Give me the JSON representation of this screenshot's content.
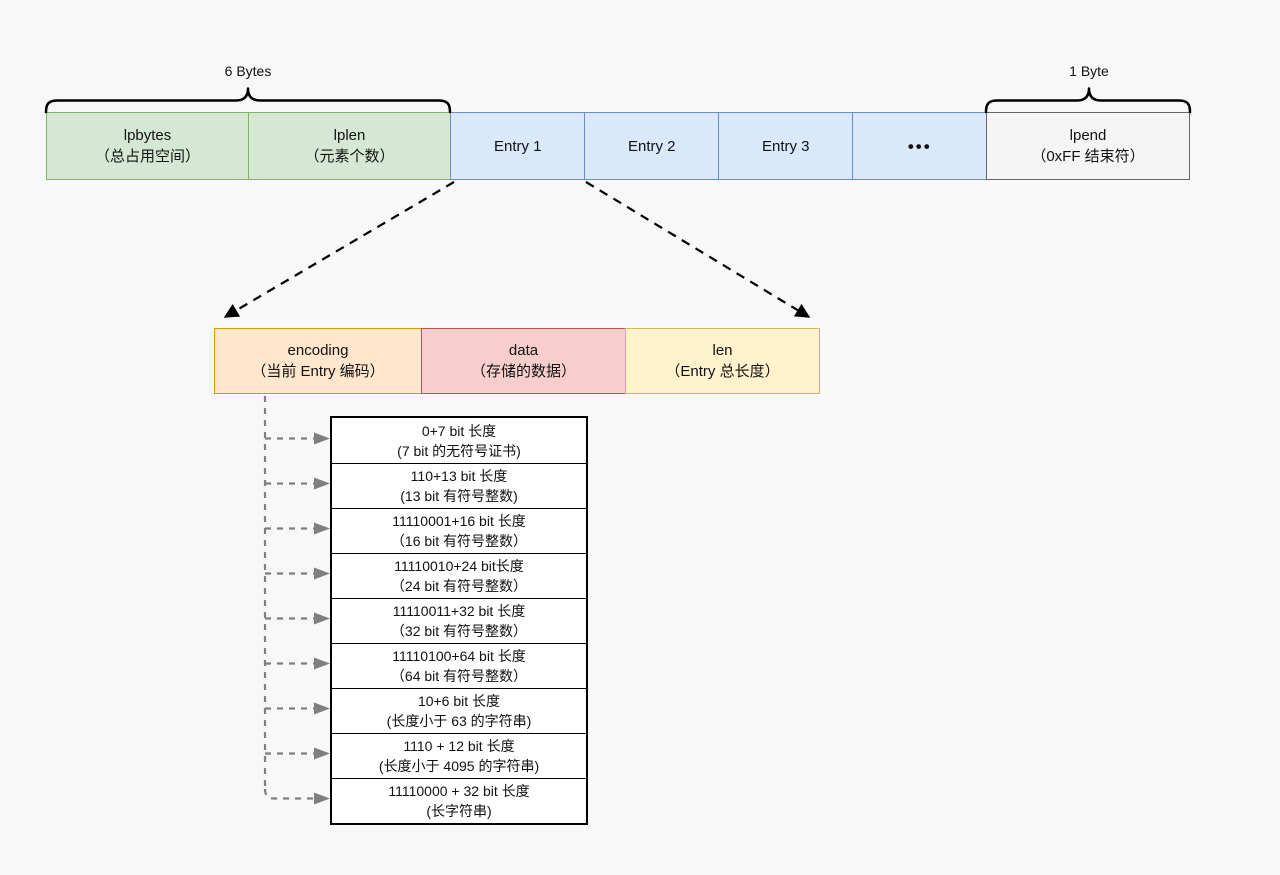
{
  "braces": {
    "left_label": "6 Bytes",
    "right_label": "1 Byte"
  },
  "listpack": {
    "cells": [
      {
        "line1": "lpbytes",
        "line2": "（总占用空间）",
        "fill": "#d5e8d4",
        "stroke": "#82b366"
      },
      {
        "line1": "lplen",
        "line2": "（元素个数）",
        "fill": "#d5e8d4",
        "stroke": "#82b366"
      },
      {
        "line1": "Entry 1",
        "line2": "",
        "fill": "#dae8fc",
        "stroke": "#6c8ebf"
      },
      {
        "line1": "Entry 2",
        "line2": "",
        "fill": "#dae8fc",
        "stroke": "#6c8ebf"
      },
      {
        "line1": "Entry 3",
        "line2": "",
        "fill": "#dae8fc",
        "stroke": "#6c8ebf"
      },
      {
        "line1": "•••",
        "line2": "",
        "fill": "#dae8fc",
        "stroke": "#6c8ebf"
      },
      {
        "line1": "lpend",
        "line2": "（0xFF 结束符）",
        "fill": "#f5f5f5",
        "stroke": "#666666"
      }
    ]
  },
  "entry": {
    "cells": [
      {
        "line1": "encoding",
        "line2": "（当前 Entry 编码）",
        "fill": "#ffe6cc",
        "stroke": "#d79b00"
      },
      {
        "line1": "data",
        "line2": "（存储的数据）",
        "fill": "#f8cecc",
        "stroke": "#b85450"
      },
      {
        "line1": "len",
        "line2": "（Entry 总长度）",
        "fill": "#fff2cc",
        "stroke": "#d6b656"
      }
    ]
  },
  "encodings": [
    {
      "line1": "0+7 bit 长度",
      "line2": "(7 bit 的无符号证书)"
    },
    {
      "line1": "110+13 bit 长度",
      "line2": "(13 bit 有符号整数)"
    },
    {
      "line1": "11110001+16 bit 长度",
      "line2": "（16 bit 有符号整数）"
    },
    {
      "line1": "11110010+24 bit长度",
      "line2": "（24 bit 有符号整数）"
    },
    {
      "line1": "11110011+32 bit 长度",
      "line2": "（32 bit 有符号整数）"
    },
    {
      "line1": "11110100+64 bit 长度",
      "line2": "（64 bit 有符号整数）"
    },
    {
      "line1": "10+6 bit 长度",
      "line2": "(长度小于 63 的字符串)"
    },
    {
      "line1": "1110 + 12 bit 长度",
      "line2": "(长度小于 4095 的字符串)"
    },
    {
      "line1": "11110000 + 32 bit 长度",
      "line2": "(长字符串)"
    }
  ],
  "colors": {
    "background": "#f8f8f8",
    "green_fill": "#d5e8d4",
    "green_stroke": "#82b366",
    "blue_fill": "#dae8fc",
    "blue_stroke": "#6c8ebf",
    "gray_fill": "#f5f5f5",
    "gray_stroke": "#666666",
    "orange_fill": "#ffe6cc",
    "orange_stroke": "#d79b00",
    "pink_fill": "#f8cecc",
    "pink_stroke": "#b85450",
    "yellow_fill": "#fff2cc",
    "yellow_stroke": "#d6b656",
    "connector_black": "#000000",
    "connector_gray": "#7f7f7f",
    "table_border": "#000000"
  }
}
